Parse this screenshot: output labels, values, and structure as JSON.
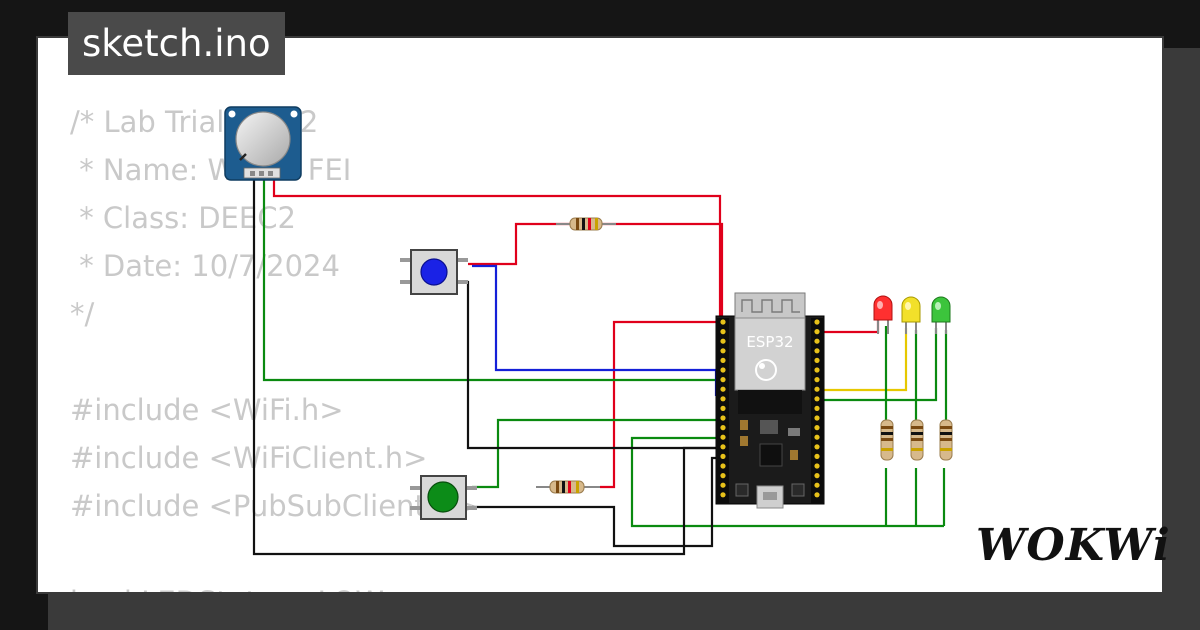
{
  "tab": {
    "title": "sketch.ino"
  },
  "code_lines": [
    "/* Lab Trial Test 2",
    " * Name: WANG FEI",
    " * Class: DEEC2",
    " * Date: 10/7/2024",
    "*/",
    "",
    "#include <WiFi.h>",
    "#include <WiFiClient.h>",
    "#include <PubSubClient.h>",
    "",
    "bool LEDState = LOW;"
  ],
  "board": {
    "label": "ESP32"
  },
  "logo": {
    "text": "WOKWi"
  },
  "colors": {
    "wire_red": "#e0001b",
    "wire_green": "#0a8a10",
    "wire_blue": "#1420d8",
    "wire_black": "#111111",
    "wire_yellow": "#e6c800",
    "led_red": "#ff3030",
    "led_yellow": "#f2e02a",
    "led_green": "#3cc43c",
    "pot_board": "#1d5c8f",
    "button_blue": "#1a22e6",
    "button_green": "#0c8c18"
  },
  "icons": [
    "potentiometer-icon",
    "blue-pushbutton-icon",
    "green-pushbutton-icon",
    "esp32-board-icon",
    "resistor-icon",
    "led-icon"
  ]
}
